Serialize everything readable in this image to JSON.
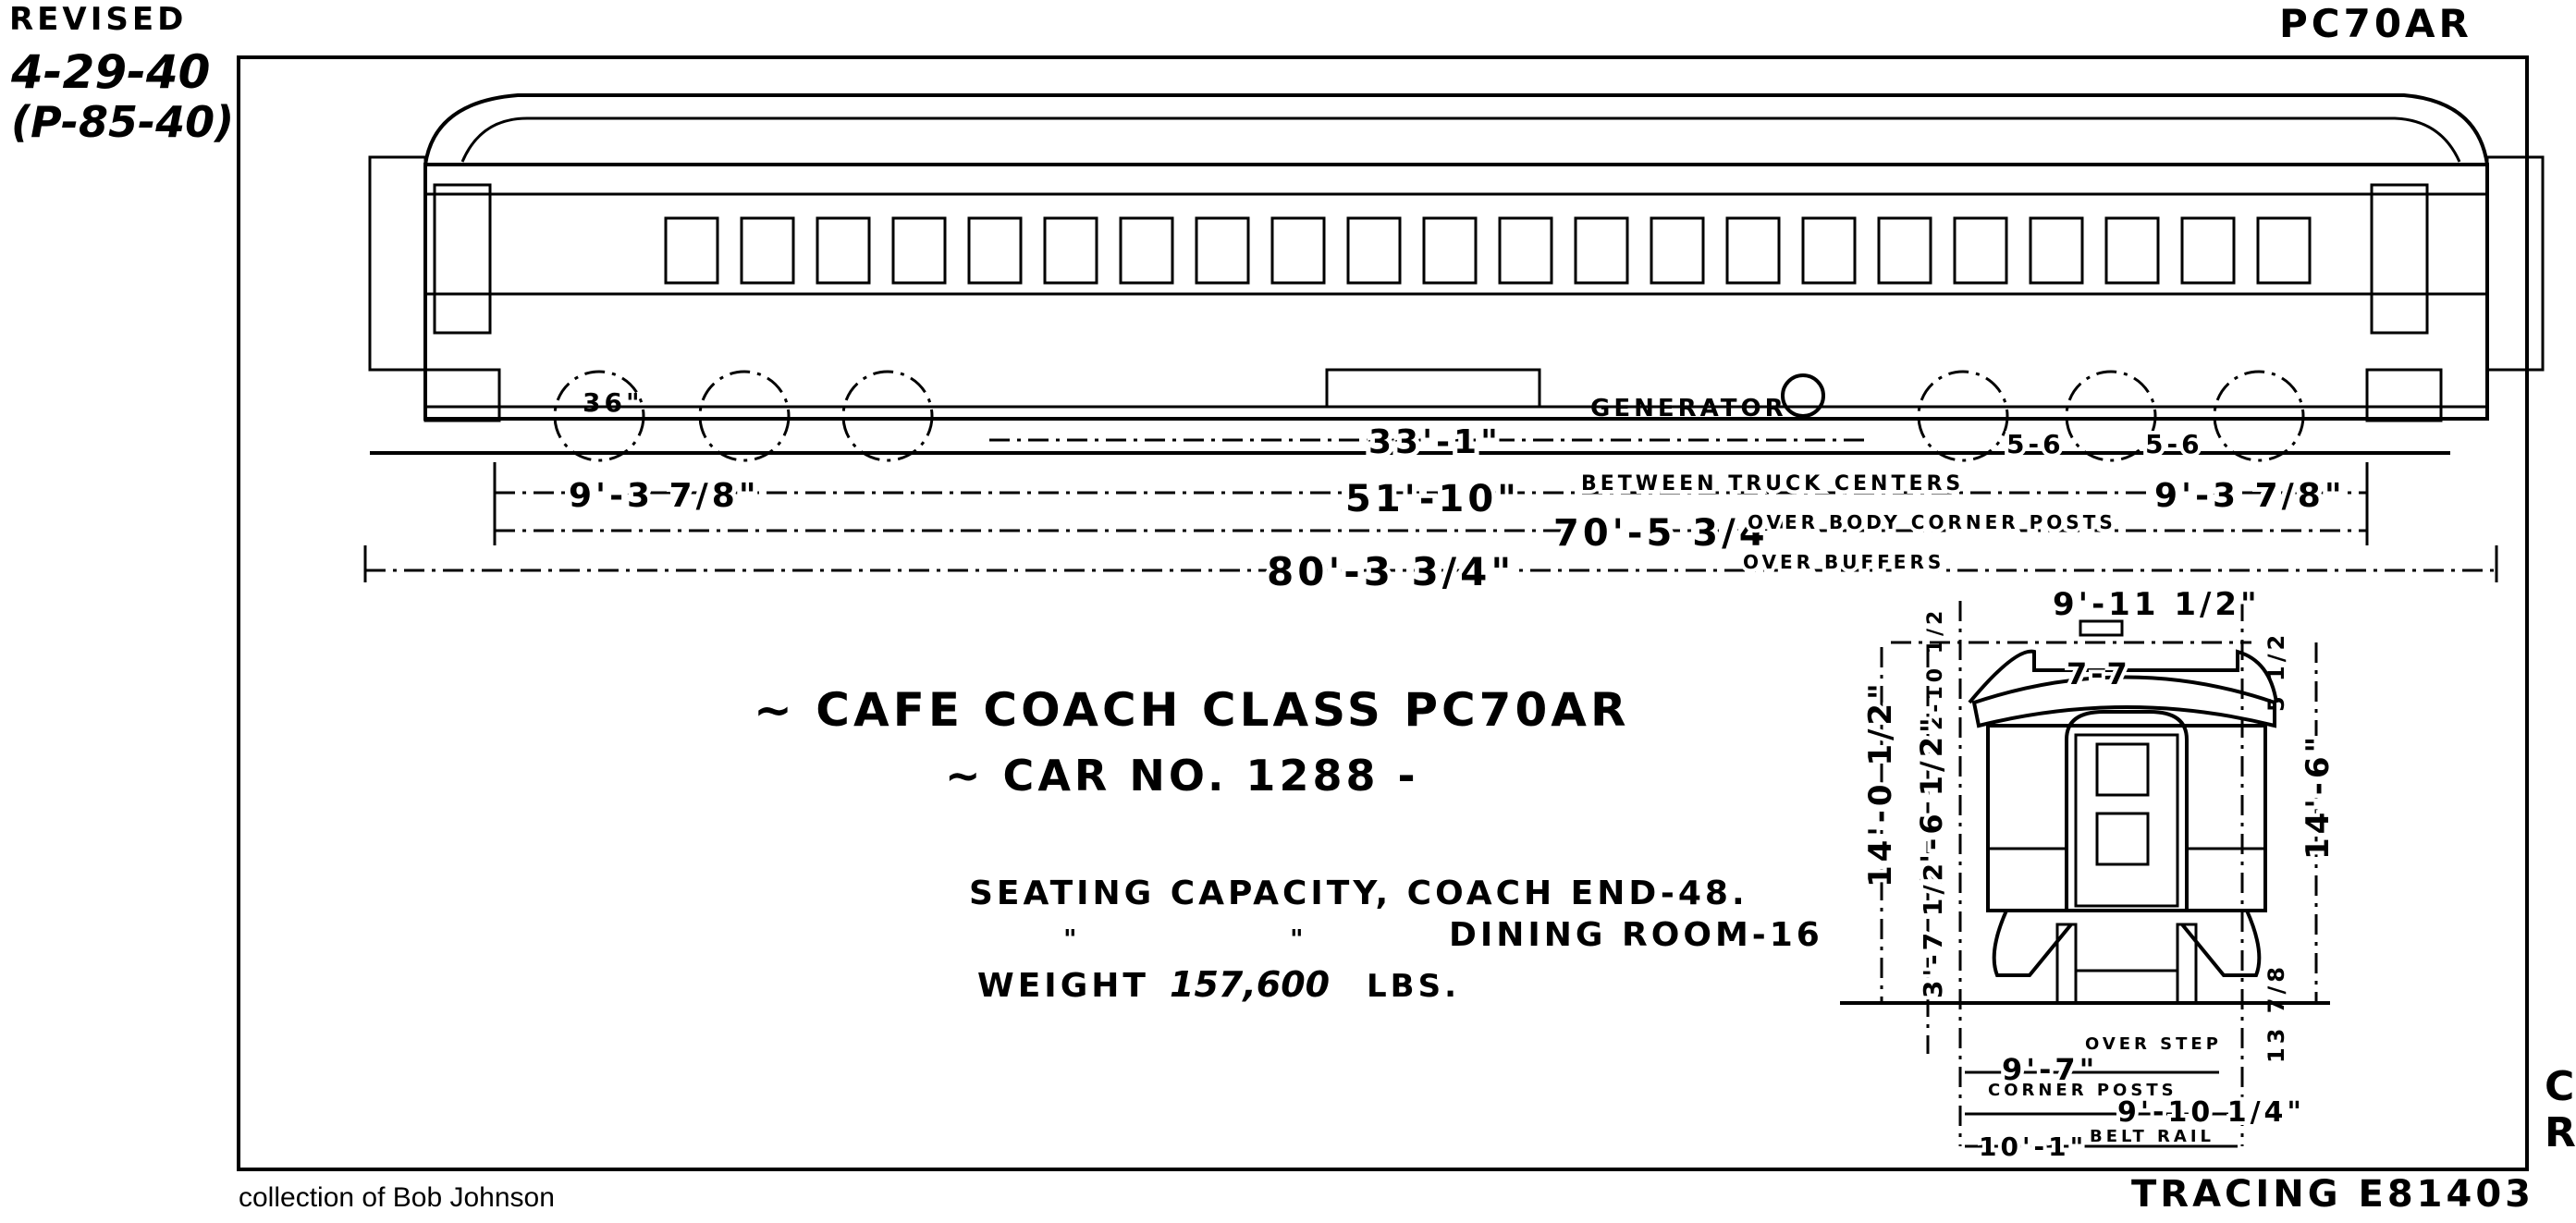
{
  "header": {
    "revised": "REVISED",
    "revision_date": "4-29-40",
    "revision_ref": "(P-85-40)",
    "drawing_code": "PC70AR"
  },
  "side_view": {
    "truck_wheel_dia": "36\"",
    "generator_label": "GENERATOR",
    "dim_33_1": "33'-1\"",
    "dim_truck_wheelbase_left": "9'-3 7/8\"",
    "dim_truck_wheelbase_right": "9'-3 7/8\"",
    "dim_axle_a": "5-6",
    "dim_axle_b": "5-6",
    "dim_truck_centers": "51'-10\"",
    "truck_centers_label": "BETWEEN TRUCK CENTERS",
    "dim_corner_posts": "70'-5 3/4\"",
    "corner_posts_label": "OVER BODY CORNER POSTS",
    "dim_buffers": "80'-3 3/4\"",
    "buffers_label": "OVER BUFFERS"
  },
  "title_block": {
    "title": "~ CAFE COACH CLASS PC70AR",
    "car_no": "~ CAR NO. 1288 -",
    "seating": "SEATING CAPACITY, COACH END-48.",
    "ditto_1": "\"",
    "ditto_2": "\"",
    "dining": "DINING ROOM-16",
    "weight_label": "WEIGHT",
    "weight_value": "157,600",
    "weight_unit": "LBS."
  },
  "end_view": {
    "width_top": "9'-11 1/2\"",
    "roof_width": "7-7",
    "dim_2_10": "2-10 1/2",
    "dim_5_half": "5 1/2",
    "dim_14_0": "14'-0 1/2\"",
    "dim_7_6": "7'-6 1/2\"",
    "dim_3_7": "3'-7 1/2",
    "dim_14_6": "14'-6\"",
    "dim_13_7_8": "13 7/8",
    "over_step_value": "9'-7\"",
    "over_step_label": "OVER STEP",
    "corner_posts_label": "CORNER POSTS",
    "corner_posts_value": "9'-10 1/4\"",
    "belt_rail_value": "10'-1\"",
    "belt_rail_label": "BELT RAIL"
  },
  "footer": {
    "tracing": "TRACING E81403",
    "credit": "collection of Bob Johnson",
    "edge_letter_1": "C",
    "edge_letter_2": "R"
  }
}
